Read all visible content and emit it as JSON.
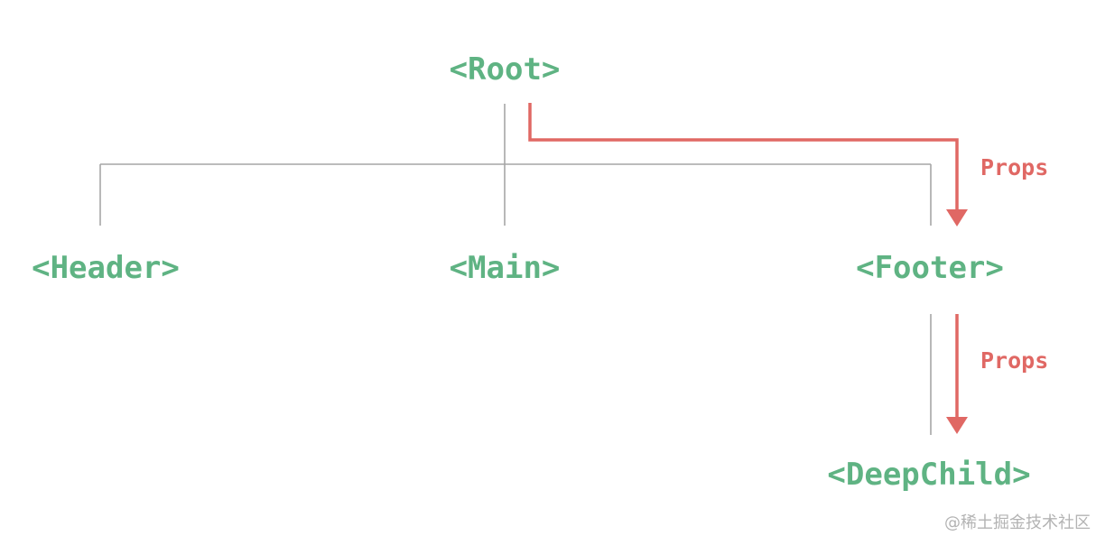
{
  "colors": {
    "node_text": "#5fb383",
    "props": "#e06864",
    "tree_line": "#a6a6a6",
    "watermark": "#b3b3b3",
    "background": "#ffffff"
  },
  "nodes": {
    "root": "<Root>",
    "header": "<Header>",
    "main": "<Main>",
    "footer": "<Footer>",
    "deep_child": "<DeepChild>"
  },
  "props_labels": {
    "root_to_footer": "Props",
    "footer_to_deepchild": "Props"
  },
  "watermark": "@稀土掘金技术社区"
}
